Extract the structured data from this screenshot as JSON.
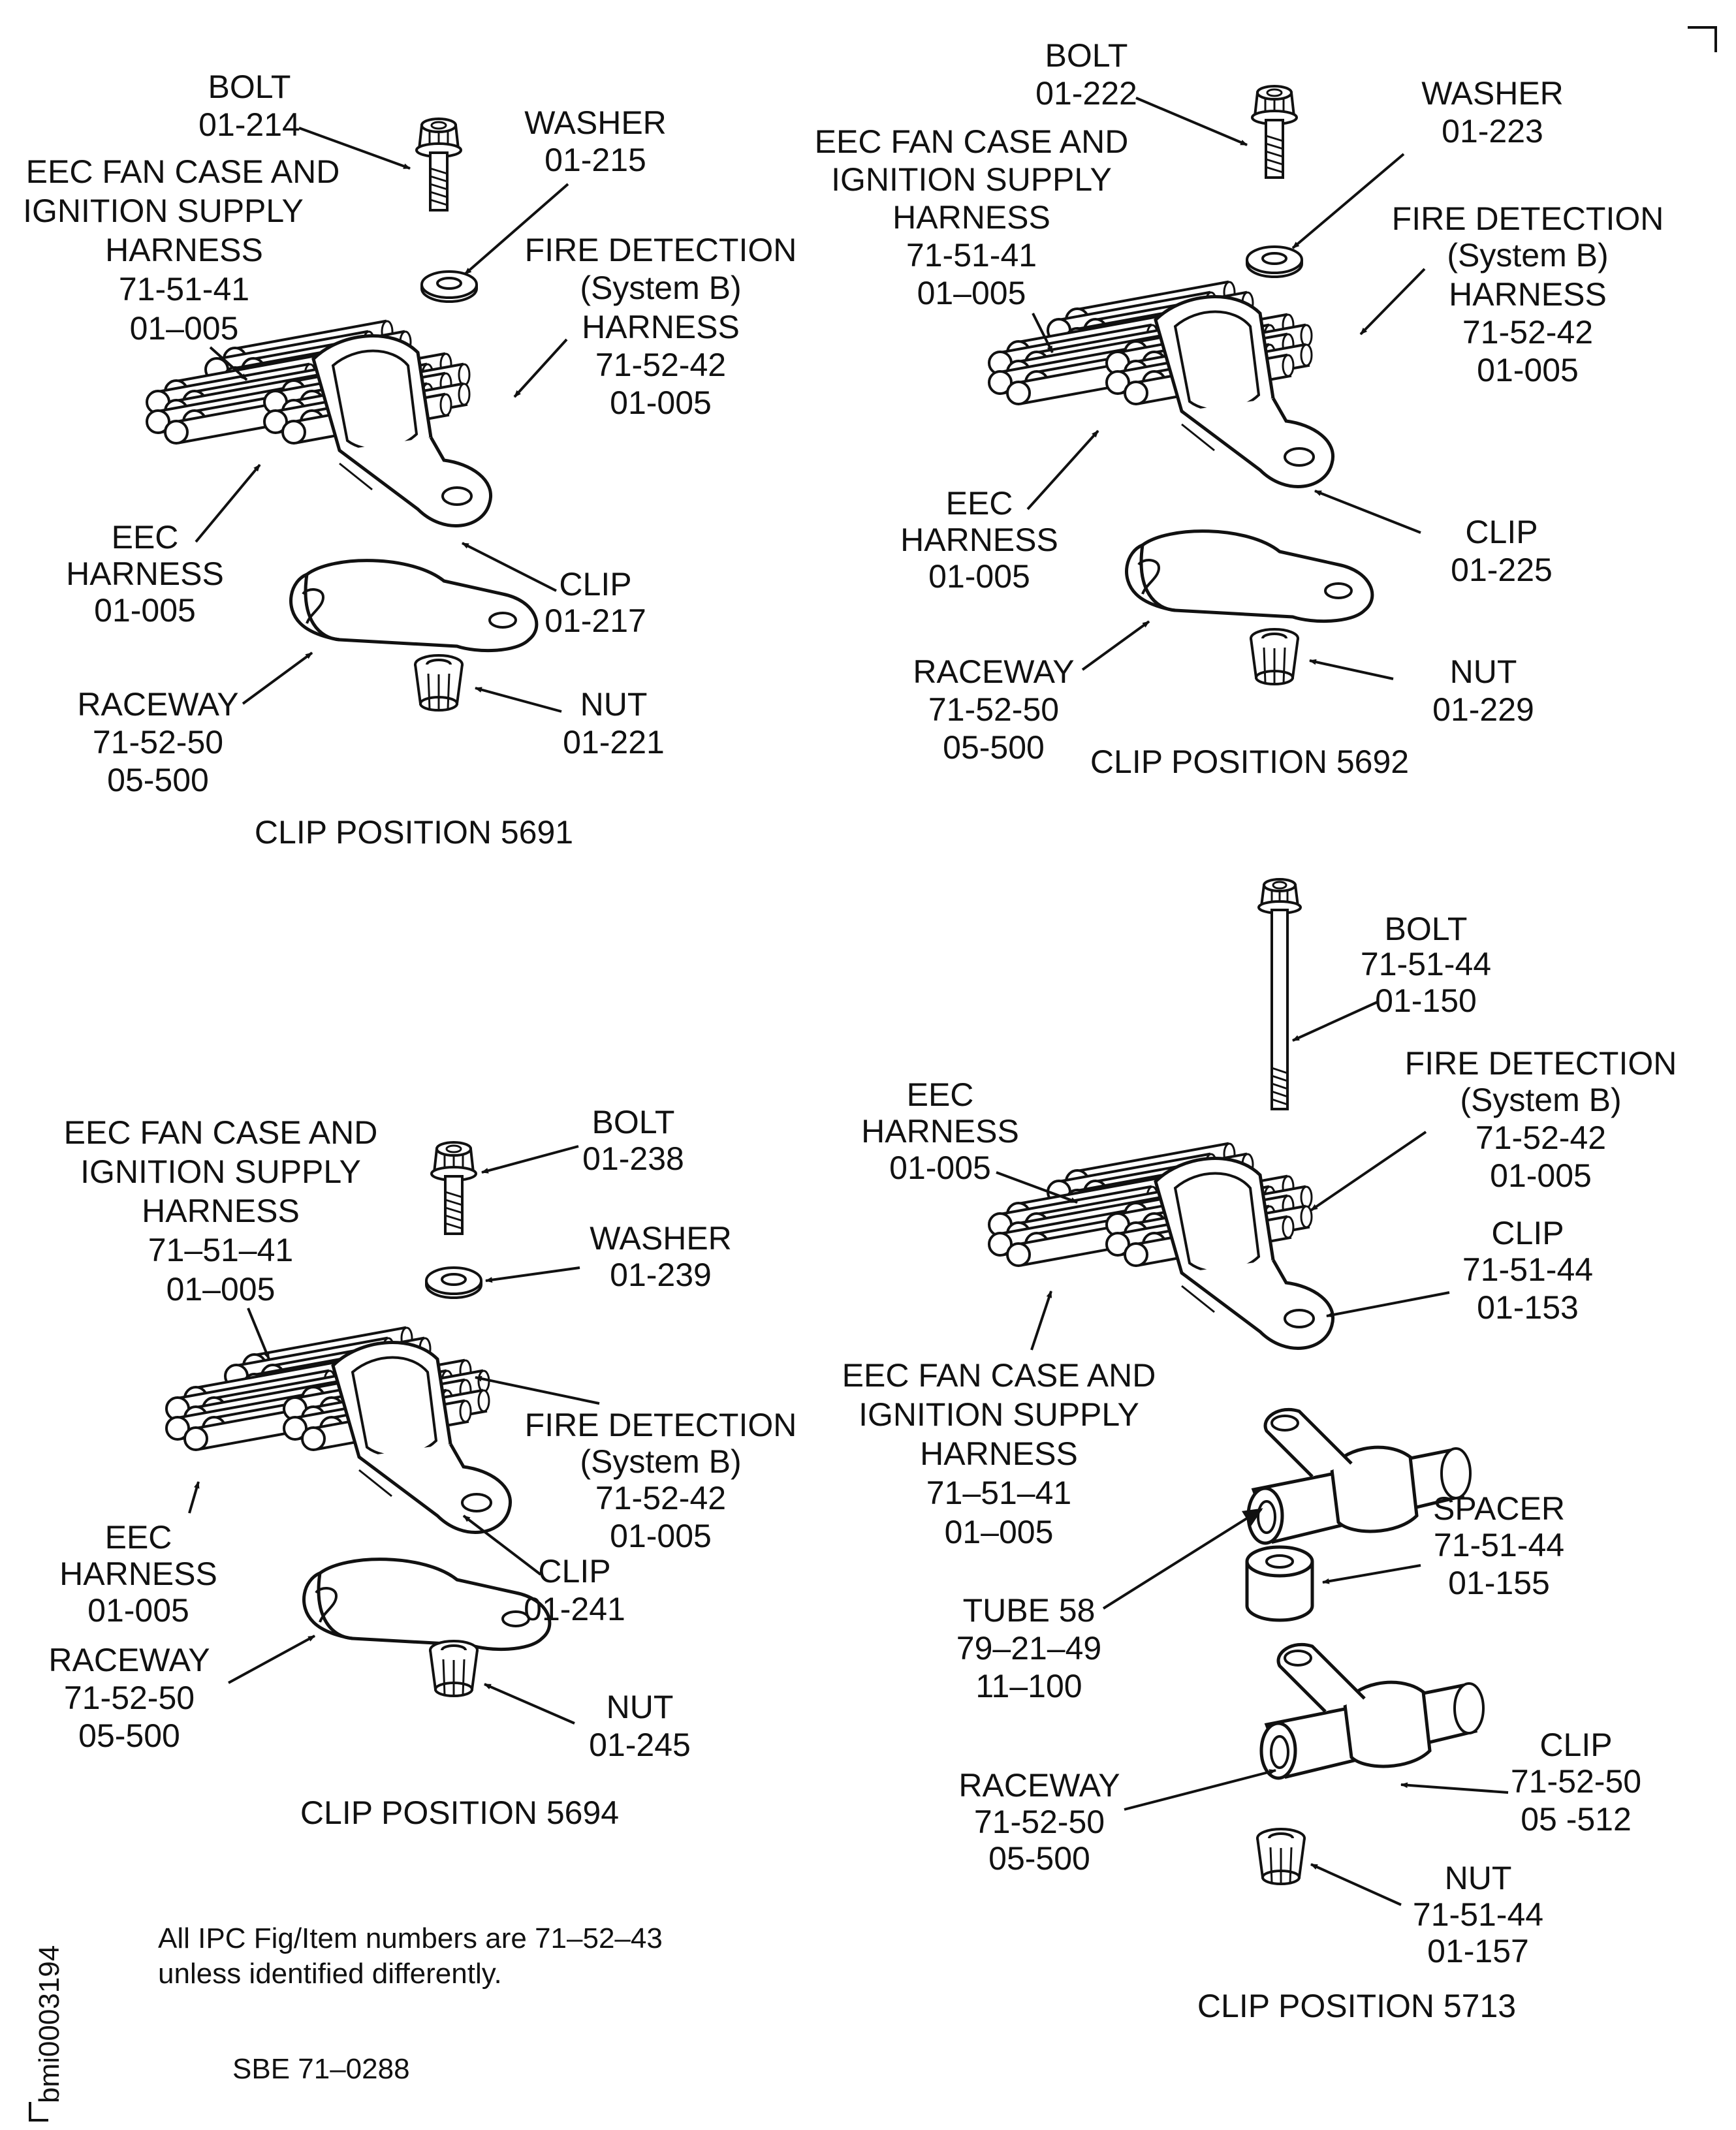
{
  "quadrants": {
    "q5691": {
      "caption": "CLIP POSITION 5691",
      "bolt": [
        "BOLT",
        "01-214"
      ],
      "washer": [
        "WASHER",
        "01-215"
      ],
      "eec_fan_case_harness": [
        "EEC FAN CASE AND",
        "IGNITION SUPPLY",
        "HARNESS",
        "71-51-41",
        "01–005"
      ],
      "fire_detection_harness": [
        "FIRE DETECTION",
        "(System B)",
        "HARNESS",
        "71-52-42",
        "01-005"
      ],
      "eec_harness": [
        "EEC",
        "HARNESS",
        "01-005"
      ],
      "clip": [
        "CLIP",
        "01-217"
      ],
      "raceway": [
        "RACEWAY",
        "71-52-50",
        "05-500"
      ],
      "nut": [
        "NUT",
        "01-221"
      ]
    },
    "q5692": {
      "caption": "CLIP POSITION 5692",
      "bolt": [
        "BOLT",
        "01-222"
      ],
      "washer": [
        "WASHER",
        "01-223"
      ],
      "eec_fan_case_harness": [
        "EEC FAN CASE AND",
        "IGNITION SUPPLY",
        "HARNESS",
        "71-51-41",
        "01–005"
      ],
      "fire_detection_harness": [
        "FIRE DETECTION",
        "(System B)",
        "HARNESS",
        "71-52-42",
        "01-005"
      ],
      "eec_harness": [
        "EEC",
        "HARNESS",
        "01-005"
      ],
      "clip": [
        "CLIP",
        "01-225"
      ],
      "raceway": [
        "RACEWAY",
        "71-52-50",
        "05-500"
      ],
      "nut": [
        "NUT",
        "01-229"
      ]
    },
    "q5694": {
      "caption": "CLIP POSITION 5694",
      "bolt": [
        "BOLT",
        "01-238"
      ],
      "washer": [
        "WASHER",
        "01-239"
      ],
      "eec_fan_case_harness": [
        "EEC FAN CASE AND",
        "IGNITION SUPPLY",
        "HARNESS",
        "71–51–41",
        "01–005"
      ],
      "fire_detection_harness": [
        "FIRE DETECTION",
        "(System B)",
        "71-52-42",
        "01-005"
      ],
      "eec_harness": [
        "EEC",
        "HARNESS",
        "01-005"
      ],
      "clip": [
        "CLIP",
        "01-241"
      ],
      "raceway": [
        "RACEWAY",
        "71-52-50",
        "05-500"
      ],
      "nut": [
        "NUT",
        "01-245"
      ]
    },
    "q5713": {
      "caption": "CLIP  POSITION  5713",
      "bolt": [
        "BOLT",
        "71-51-44",
        "01-150"
      ],
      "eec_harness": [
        "EEC",
        "HARNESS",
        "01-005"
      ],
      "fire_detection_harness": [
        "FIRE DETECTION",
        "(System B)",
        "71-52-42",
        "01-005"
      ],
      "clip_upper": [
        "CLIP",
        "71-51-44",
        "01-153"
      ],
      "eec_fan_case_harness": [
        "EEC FAN CASE AND",
        "IGNITION SUPPLY",
        "HARNESS",
        "71–51–41",
        "01–005"
      ],
      "spacer": [
        "SPACER",
        "71-51-44",
        "01-155"
      ],
      "tube": [
        "TUBE 58",
        "79–21–49",
        "11–100"
      ],
      "clip_lower": [
        "CLIP",
        "71-52-50",
        "05 -512"
      ],
      "raceway": [
        "RACEWAY",
        "71-52-50",
        "05-500"
      ],
      "nut": [
        "NUT",
        "71-51-44",
        "01-157"
      ]
    }
  },
  "footer": {
    "note": [
      "All IPC Fig/Item numbers are 71–52–43",
      "unless identified differently."
    ],
    "sbe": "SBE 71–0288",
    "image_id": "bmi0003194"
  }
}
